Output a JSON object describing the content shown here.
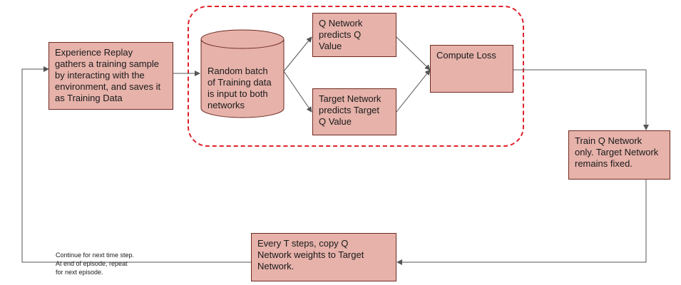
{
  "nodes": {
    "experience_replay": "Experience Replay\ngathers a training sample\nby interacting with the\nenvironment, and saves it\nas Training Data",
    "random_batch": "Random batch\nof Training data\nis input to both\nnetworks",
    "q_network": "Q Network\npredicts Q\nValue",
    "target_network": "Target Network\npredicts Target\nQ Value",
    "compute_loss": "Compute Loss",
    "train_q": "Train Q Network\nonly. Target Network\nremains fixed.",
    "copy_weights": "Every T steps, copy Q\nNetwork weights to Target\nNetwork."
  },
  "note": "Continue for next time step.\nAt end of episode, repeat\nfor next episode.",
  "colors": {
    "box_fill": "#e6b2aa",
    "box_border": "#6e2a22",
    "dashed_border": "#e0202a",
    "arrow": "#555555"
  }
}
